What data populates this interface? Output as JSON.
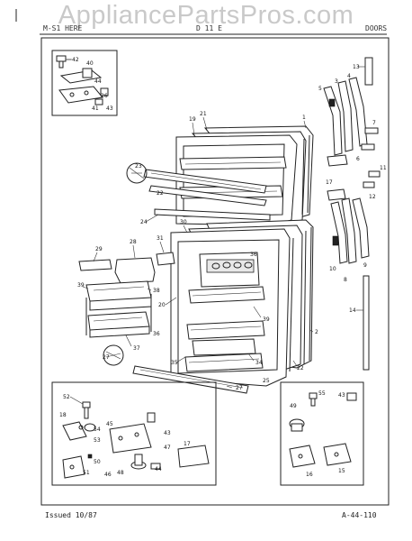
{
  "watermark": "AppliancePartsPros.com",
  "header": {
    "model_left": "M-S1 HERE",
    "model_mid": "D 11 E",
    "section": "DOORS"
  },
  "footer": {
    "issued": "Issued 10/87",
    "page_code": "A-44-110"
  },
  "callouts": {
    "inset_top": [
      "42",
      "40",
      "44",
      "41",
      "43",
      "26"
    ],
    "main": [
      "13",
      "5",
      "3",
      "4",
      "7",
      "6",
      "11",
      "12",
      "10",
      "8",
      "9",
      "14",
      "1",
      "2",
      "19",
      "21",
      "22",
      "23",
      "24",
      "28",
      "29",
      "30",
      "31",
      "32",
      "33",
      "34",
      "35",
      "36",
      "37",
      "38",
      "39",
      "20",
      "25",
      "27"
    ],
    "inset_bl": [
      "52",
      "18",
      "54",
      "53",
      "50",
      "51",
      "45",
      "46",
      "48",
      "47",
      "43",
      "17",
      "44"
    ],
    "inset_br": [
      "49",
      "55",
      "43",
      "16",
      "15"
    ]
  }
}
